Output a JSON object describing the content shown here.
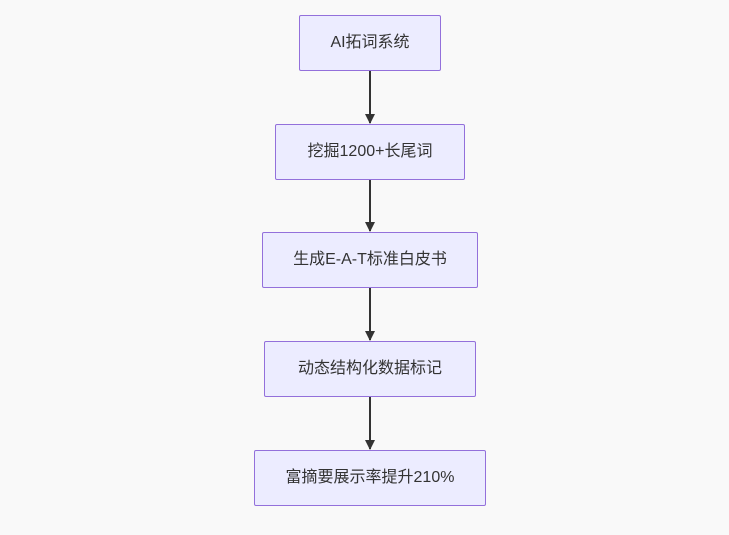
{
  "diagram": {
    "type": "flowchart",
    "direction": "top-down",
    "nodes": [
      {
        "id": "node-1",
        "label": "AI拓词系统"
      },
      {
        "id": "node-2",
        "label": "挖掘1200+长尾词"
      },
      {
        "id": "node-3",
        "label": "生成E-A-T标准白皮书"
      },
      {
        "id": "node-4",
        "label": "动态结构化数据标记"
      },
      {
        "id": "node-5",
        "label": "富摘要展示率提升210%"
      }
    ],
    "edges": [
      {
        "from": "node-1",
        "to": "node-2"
      },
      {
        "from": "node-2",
        "to": "node-3"
      },
      {
        "from": "node-3",
        "to": "node-4"
      },
      {
        "from": "node-4",
        "to": "node-5"
      }
    ],
    "colors": {
      "background": "#f9f9f9",
      "node_fill": "#ececff",
      "node_border": "#9370db",
      "node_text": "#333333",
      "arrow": "#333333"
    }
  }
}
